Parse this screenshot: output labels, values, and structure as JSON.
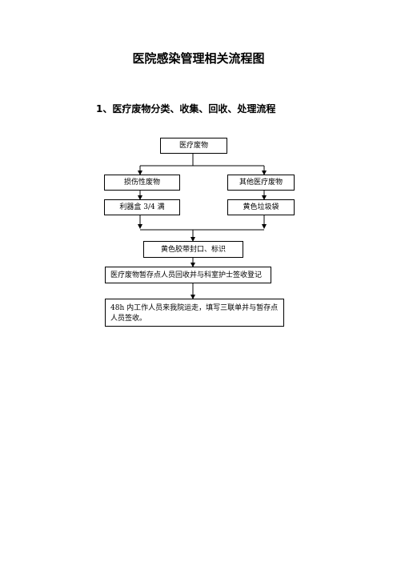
{
  "title": "医院感染管理相关流程图",
  "section_title": "1、医疗废物分类、收集、回收、处理流程",
  "flow": {
    "start": "医疗废物",
    "left_category": "损伤性废物",
    "right_category": "其他医疗废物",
    "left_container": "利器盒 3/4 满",
    "right_container": "黄色垃圾袋",
    "seal": "黄色胶带封口、标识",
    "collect": "医疗废物暂存点人员回收并与科室护士签收登记",
    "transport": "48h 内工作人员来我院运走，填写三联单并与暂存点人员签收。"
  }
}
